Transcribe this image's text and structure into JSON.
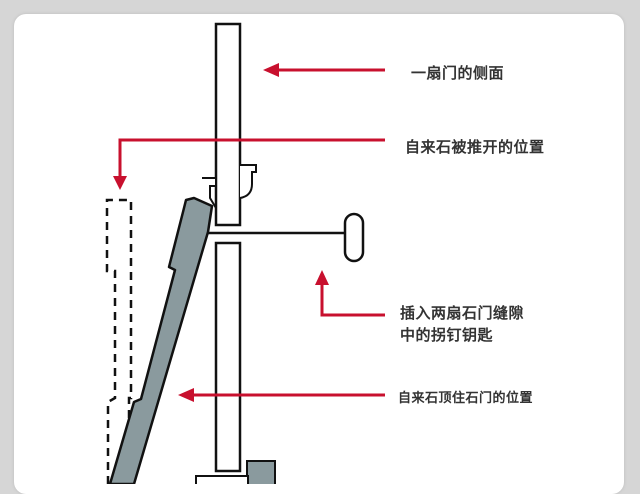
{
  "colors": {
    "arrow": "#c8102e",
    "stone": "#8a9a9e",
    "outline": "#111111",
    "background": "#ffffff",
    "frame": "#d6d6d6"
  },
  "labels": {
    "door_side": "一扇门的侧面",
    "stone_pushed": "自来石被推开的位置",
    "key_line1": "插入两扇石门缝隙",
    "key_line2": "中的拐钉钥匙",
    "stone_holding": "自来石顶住石门的位置"
  }
}
